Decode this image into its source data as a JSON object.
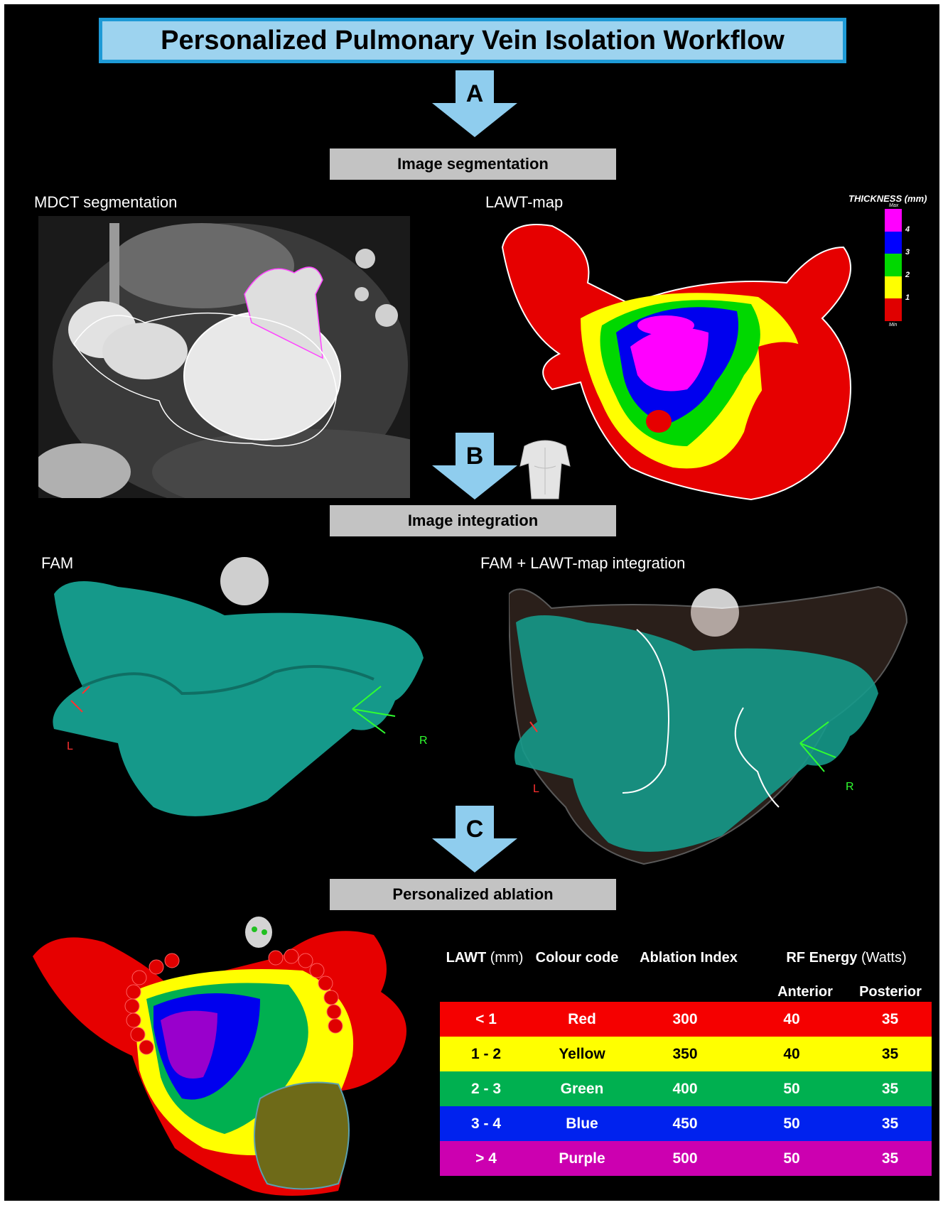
{
  "title": "Personalized Pulmonary Vein Isolation Workflow",
  "steps": [
    {
      "letter": "A",
      "stage": "Image segmentation"
    },
    {
      "letter": "B",
      "stage": "Image integration"
    },
    {
      "letter": "C",
      "stage": "Personalized ablation"
    }
  ],
  "panels": {
    "mdct": "MDCT segmentation",
    "lawt_map": "LAWT-map",
    "fam": "FAM",
    "fam_lawt": "FAM + LAWT-map integration"
  },
  "thickness_legend": {
    "title": "THICKNESS (mm)",
    "max_label": "Max",
    "min_label": "Min",
    "ticks": [
      "4",
      "3",
      "2",
      "1"
    ],
    "colors": [
      "#ff00ff",
      "#0000ff",
      "#00d800",
      "#ffff00",
      "#e00000"
    ]
  },
  "orientation_markers": {
    "left": "L",
    "right": "R"
  },
  "table": {
    "headers": [
      {
        "bold": "LAWT",
        "normal": " (mm)"
      },
      {
        "bold": "Colour code",
        "normal": ""
      },
      {
        "bold": "Ablation Index",
        "normal": ""
      },
      {
        "bold": "RF Energy",
        "normal": " (Watts)"
      }
    ],
    "subheaders": [
      "Anterior",
      "Posterior"
    ],
    "rows": [
      {
        "lawt": "< 1",
        "colour": "Red",
        "ai": "300",
        "anterior": "40",
        "posterior": "35",
        "bg": "#f50000",
        "fg": "#ffffff"
      },
      {
        "lawt": "1 - 2",
        "colour": "Yellow",
        "ai": "350",
        "anterior": "40",
        "posterior": "35",
        "bg": "#ffff00",
        "fg": "#000000"
      },
      {
        "lawt": "2 - 3",
        "colour": "Green",
        "ai": "400",
        "anterior": "50",
        "posterior": "35",
        "bg": "#00b050",
        "fg": "#ffffff"
      },
      {
        "lawt": "3 - 4",
        "colour": "Blue",
        "ai": "450",
        "anterior": "50",
        "posterior": "35",
        "bg": "#0022ee",
        "fg": "#ffffff"
      },
      {
        "lawt": "> 4",
        "colour": "Purple",
        "ai": "500",
        "anterior": "50",
        "posterior": "35",
        "bg": "#cc00b0",
        "fg": "#ffffff"
      }
    ]
  }
}
